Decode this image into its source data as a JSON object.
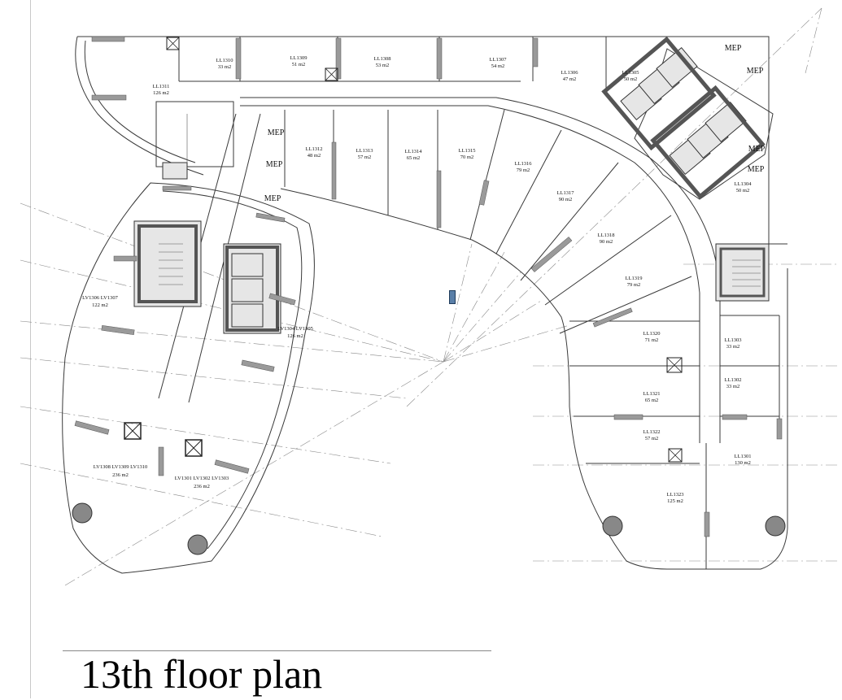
{
  "title": "13th floor plan",
  "mep_label": "MEP",
  "mep_rooms": [
    {
      "label": "MEP"
    },
    {
      "label": "MEP"
    },
    {
      "label": "MEP"
    },
    {
      "label": "MEP"
    },
    {
      "label": "MEP"
    },
    {
      "label": "MEP"
    },
    {
      "label": "MEP"
    }
  ],
  "units": [
    {
      "id": "LL1310",
      "area": "33 m2"
    },
    {
      "id": "LL1309",
      "area": "51 m2"
    },
    {
      "id": "LL1308",
      "area": "53 m2"
    },
    {
      "id": "LL1307",
      "area": "54 m2"
    },
    {
      "id": "LL1306",
      "area": "47 m2"
    },
    {
      "id": "LL1305",
      "area": "50 m2"
    },
    {
      "id": "LL1311",
      "area": "126 m2"
    },
    {
      "id": "LL1312",
      "area": "48 m2"
    },
    {
      "id": "LL1313",
      "area": "57 m2"
    },
    {
      "id": "LL1314",
      "area": "65 m2"
    },
    {
      "id": "LL1315",
      "area": "70 m2"
    },
    {
      "id": "LL1316",
      "area": "79 m2"
    },
    {
      "id": "LL1317",
      "area": "90 m2"
    },
    {
      "id": "LL1318",
      "area": "90 m2"
    },
    {
      "id": "LL1319",
      "area": "79 m2"
    },
    {
      "id": "LL1320",
      "area": "71 m2"
    },
    {
      "id": "LL1321",
      "area": "65 m2"
    },
    {
      "id": "LL1322",
      "area": "57 m2"
    },
    {
      "id": "LL1323",
      "area": "125 m2"
    },
    {
      "id": "LL1304",
      "area": "50 m2"
    },
    {
      "id": "LL1303",
      "area": "33 m2"
    },
    {
      "id": "LL1302",
      "area": "33 m2"
    },
    {
      "id": "LL1301",
      "area": "130 m2"
    },
    {
      "id": "LV1306 LV1307",
      "area": "122 m2"
    },
    {
      "id": "LV1304 LV1305",
      "area": "126 m2"
    },
    {
      "id": "LV1308 LV1309 LV1310",
      "area": "236 m2"
    },
    {
      "id": "LV1301 LV1302 LV1303",
      "area": "236 m2"
    }
  ]
}
